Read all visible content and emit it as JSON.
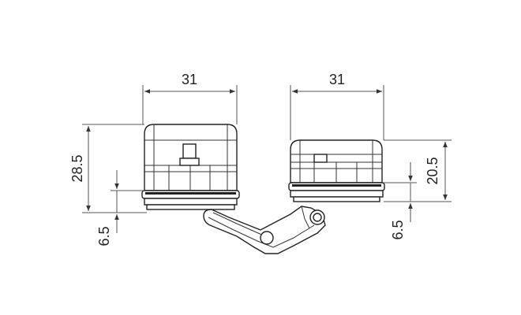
{
  "dimensions": {
    "left_width": "31",
    "right_width": "31",
    "left_height": "28.5",
    "left_bottom": "6.5",
    "right_height": "20.5",
    "right_bottom": "6.5"
  }
}
